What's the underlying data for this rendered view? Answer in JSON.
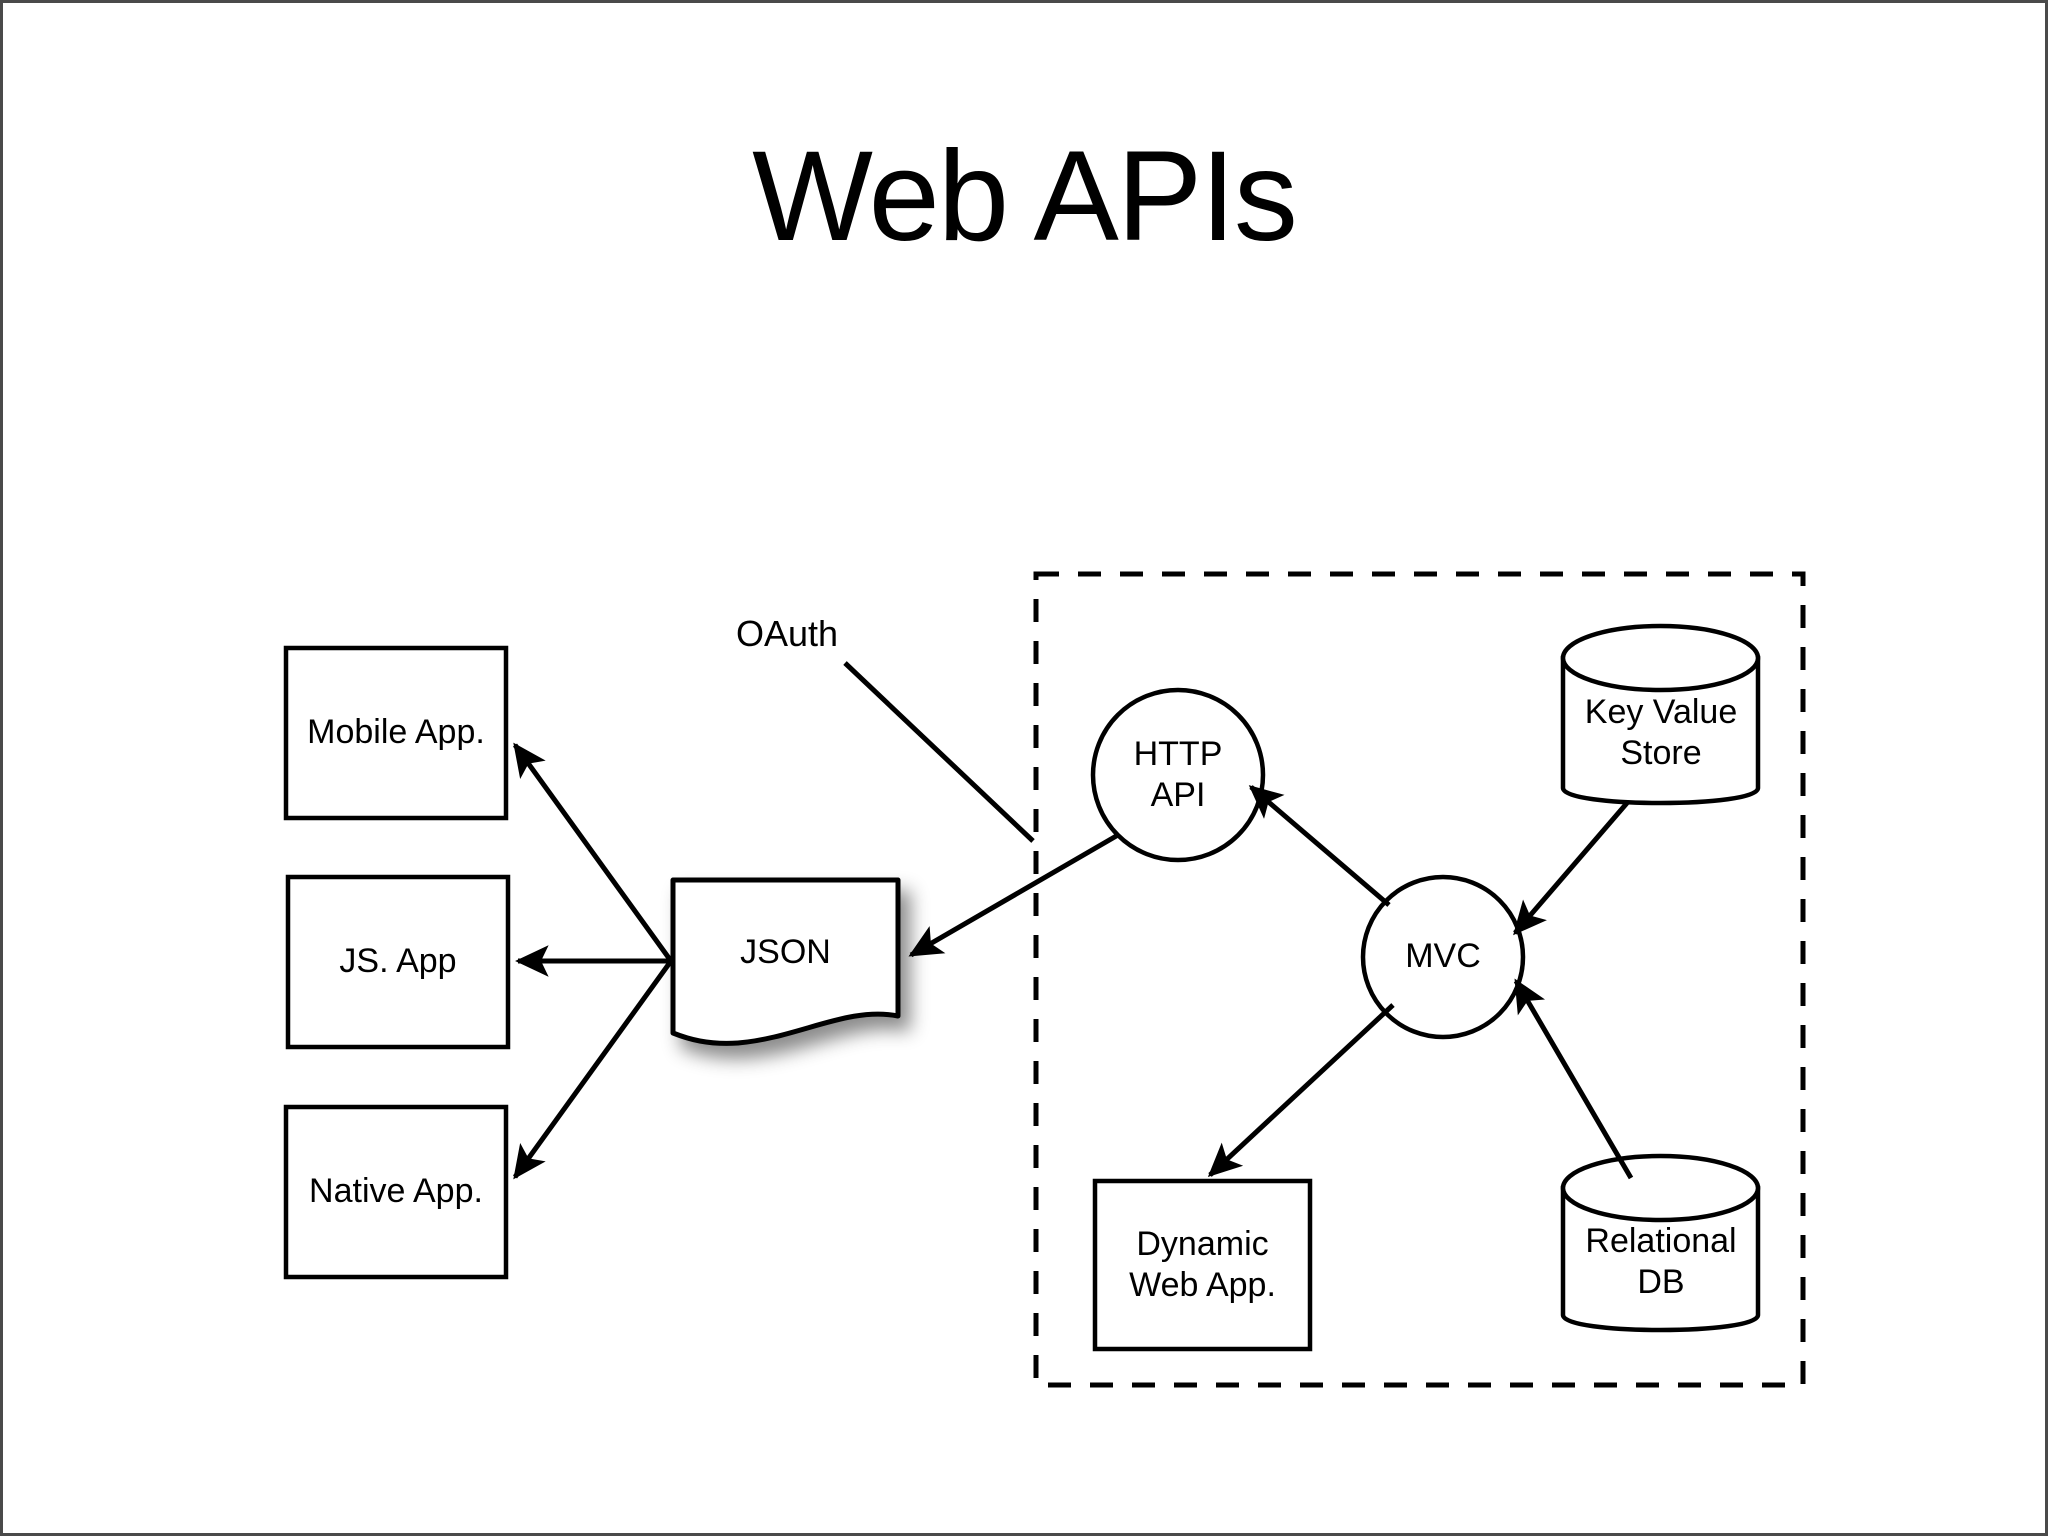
{
  "page": {
    "title": "Web APIs",
    "background_color": "#ffffff",
    "stroke_color": "#000000",
    "border_color": "#4a4a4a"
  },
  "diagram": {
    "client_nodes": [
      {
        "id": "mobile-app",
        "label": "Mobile App.",
        "shape": "rectangle"
      },
      {
        "id": "js-app",
        "label": "JS. App",
        "shape": "rectangle"
      },
      {
        "id": "native-app",
        "label": "Native App.",
        "shape": "rectangle"
      }
    ],
    "payload_node": {
      "id": "json",
      "label": "JSON",
      "shape": "document"
    },
    "annotation": {
      "id": "oauth",
      "label": "OAuth"
    },
    "server_boundary": {
      "id": "server-boundary",
      "style": "dashed"
    },
    "server_nodes": [
      {
        "id": "http-api",
        "label": "HTTP\nAPI",
        "shape": "circle"
      },
      {
        "id": "mvc",
        "label": "MVC",
        "shape": "circle"
      },
      {
        "id": "dynamic-web-app",
        "label": "Dynamic\nWeb App.",
        "shape": "rectangle"
      },
      {
        "id": "key-value-store",
        "label": "Key Value\nStore",
        "shape": "cylinder"
      },
      {
        "id": "relational-db",
        "label": "Relational\nDB",
        "shape": "cylinder"
      }
    ],
    "edges": [
      {
        "from": "json",
        "to": "mobile-app",
        "arrow": "single"
      },
      {
        "from": "json",
        "to": "js-app",
        "arrow": "single"
      },
      {
        "from": "json",
        "to": "native-app",
        "arrow": "single"
      },
      {
        "from": "http-api",
        "to": "json",
        "arrow": "single"
      },
      {
        "from": "mvc",
        "to": "http-api",
        "arrow": "single"
      },
      {
        "from": "mvc",
        "to": "dynamic-web-app",
        "arrow": "single"
      },
      {
        "from": "key-value-store",
        "to": "mvc",
        "arrow": "single"
      },
      {
        "from": "relational-db",
        "to": "mvc",
        "arrow": "single"
      }
    ]
  }
}
